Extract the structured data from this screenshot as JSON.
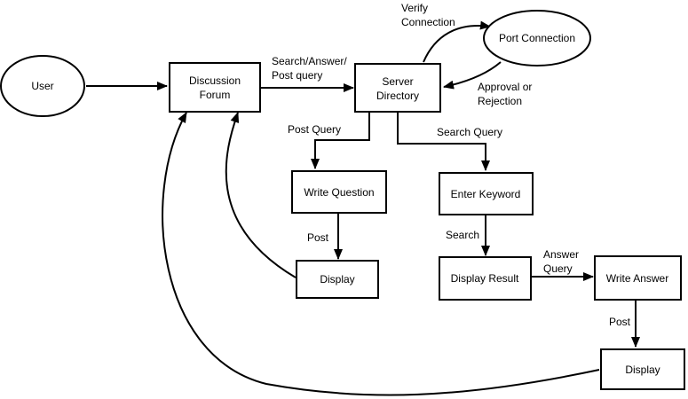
{
  "diagram": {
    "nodes": {
      "user": {
        "label": "User"
      },
      "discussion_forum": {
        "label_line1": "Discussion",
        "label_line2": "Forum"
      },
      "server_directory": {
        "label_line1": "Server",
        "label_line2": "Directory"
      },
      "port_connection": {
        "label": "Port Connection"
      },
      "write_question": {
        "label": "Write Question"
      },
      "display_question": {
        "label": "Display"
      },
      "enter_keyword": {
        "label": "Enter Keyword"
      },
      "display_result": {
        "label": "Display Result"
      },
      "write_answer": {
        "label": "Write Answer"
      },
      "display_answer": {
        "label": "Display"
      }
    },
    "edge_labels": {
      "search_answer_post_line1": "Search/Answer/",
      "search_answer_post_line2": "Post query",
      "verify_line1": "Verify",
      "verify_line2": "Connection",
      "approval_line1": "Approval or",
      "approval_line2": "Rejection",
      "post_query": "Post Query",
      "search_query": "Search Query",
      "post_1": "Post",
      "search": "Search",
      "answer_query_line1": "Answer",
      "answer_query_line2": "Query",
      "post_2": "Post"
    }
  }
}
